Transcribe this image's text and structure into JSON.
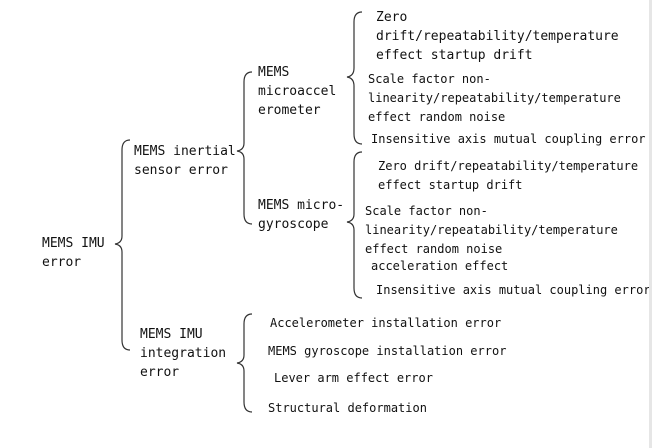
{
  "tree": {
    "root": "MEMS IMU\nerror",
    "inertial": "MEMS inertial\nsensor error",
    "accel": "MEMS\nmicroaccel\nerometer",
    "accel_errors": [
      "Zero\ndrift/repeatability/temperature\neffect startup drift",
      "Scale factor non-\nlinearity/repeatability/temperature\neffect random noise",
      "Insensitive axis mutual coupling error"
    ],
    "gyro": "MEMS micro-\ngyroscope",
    "gyro_errors": [
      "Zero drift/repeatability/temperature\neffect startup drift",
      "Scale factor non-\nlinearity/repeatability/temperature\neffect random noise",
      "acceleration effect",
      "Insensitive axis mutual coupling error"
    ],
    "integration": "MEMS IMU\nintegration\nerror",
    "integration_errors": [
      "Accelerometer installation error",
      "MEMS gyroscope installation error",
      "Lever arm effect error",
      "Structural deformation"
    ]
  },
  "colors": {
    "text": "#111111",
    "bracket": "#333333"
  }
}
